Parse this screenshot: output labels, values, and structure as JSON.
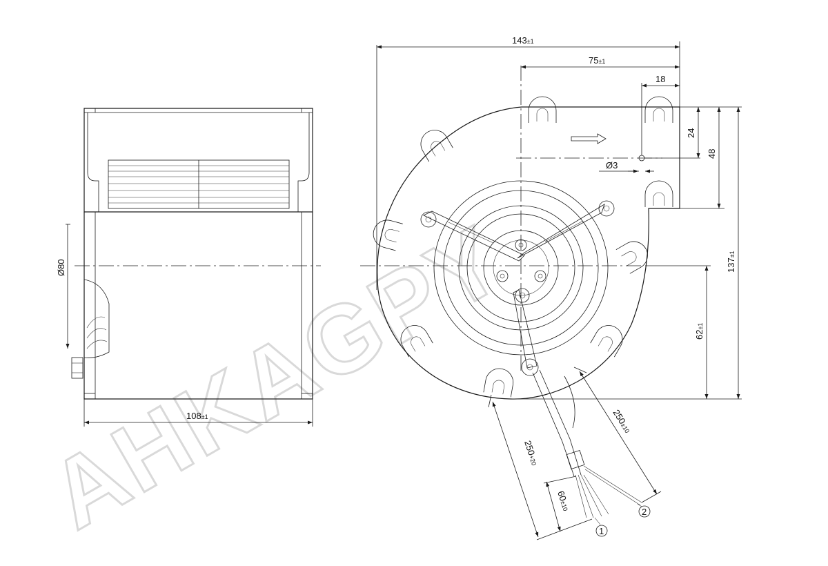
{
  "watermark": "AHKAGPY",
  "side_view": {
    "width_dim": {
      "main": "108",
      "tol": "±1"
    },
    "diameter_dim": "Ø80"
  },
  "front_view": {
    "overall_width_dim": {
      "main": "143",
      "tol": "±1"
    },
    "outlet_offset_dim": {
      "main": "75",
      "tol": "±1"
    },
    "outlet_hole_dim": "18",
    "hole_height_dim": "24",
    "outlet_height_dim": "48",
    "hole_diameter_dim": "Ø3",
    "overall_height_dim": {
      "main": "137",
      "tol": "±1"
    },
    "center_height_dim": {
      "main": "62",
      "tol": "±1"
    },
    "cable_length_1": {
      "main": "250",
      "tol": "+20"
    },
    "cable_length_2": {
      "main": "250",
      "tol": "±10"
    },
    "stripped_length": {
      "main": "60",
      "tol": "±10"
    },
    "callout_1": "1",
    "callout_2": "2"
  }
}
